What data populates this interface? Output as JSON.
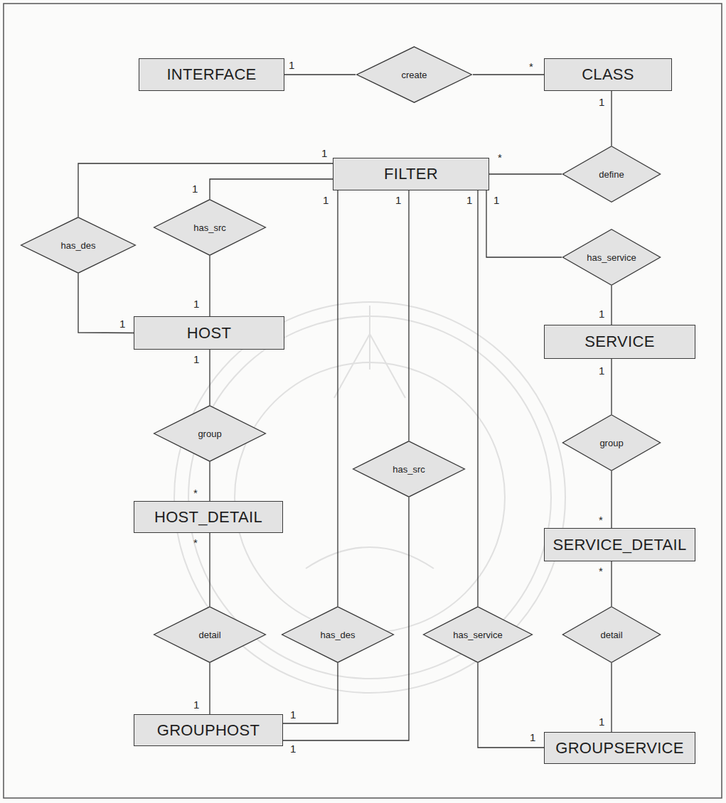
{
  "diagram": {
    "nodes": [
      {
        "text": [
          "INTERFACE"
        ]
      },
      {
        "text": [
          "create"
        ]
      },
      {
        "text": [
          "CLASS"
        ]
      },
      {
        "text": [
          "FILTER"
        ]
      },
      {
        "text": [
          "define"
        ]
      },
      {
        "text": [
          "has_des"
        ]
      },
      {
        "text": [
          "has_src"
        ]
      },
      {
        "text": [
          "has_service"
        ]
      },
      {
        "text": [
          "HOST"
        ]
      },
      {
        "text": [
          "SERVICE"
        ]
      },
      {
        "text": [
          "group"
        ]
      },
      {
        "text": [
          "group"
        ]
      },
      {
        "text": [
          "has_src"
        ]
      },
      {
        "text": [
          "HOST_DETAIL"
        ]
      },
      {
        "text": [
          "SERVICE_DETAIL"
        ]
      },
      {
        "text": [
          "detail"
        ]
      },
      {
        "text": [
          "has_des"
        ]
      },
      {
        "text": [
          "has_service"
        ]
      },
      {
        "text": [
          "detail"
        ]
      },
      {
        "text": [
          "GROUPHOST"
        ]
      },
      {
        "text": [
          "GROUPSERVICE"
        ]
      }
    ],
    "edges": [
      {
        "from": 0,
        "to": 1,
        "arrow": "none"
      },
      {
        "from": 1,
        "to": 2,
        "arrow": "none"
      },
      {
        "from": 2,
        "to": 4,
        "arrow": "none"
      },
      {
        "from": 4,
        "to": 3,
        "arrow": "none"
      },
      {
        "from": 3,
        "to": 5,
        "arrow": "none"
      },
      {
        "from": 5,
        "to": 8,
        "arrow": "none"
      },
      {
        "from": 3,
        "to": 6,
        "arrow": "none"
      },
      {
        "from": 6,
        "to": 8,
        "arrow": "none"
      },
      {
        "from": 3,
        "to": 7,
        "arrow": "none"
      },
      {
        "from": 7,
        "to": 9,
        "arrow": "none"
      },
      {
        "from": 8,
        "to": 10,
        "arrow": "none"
      },
      {
        "from": 10,
        "to": 13,
        "arrow": "none"
      },
      {
        "from": 9,
        "to": 11,
        "arrow": "none"
      },
      {
        "from": 11,
        "to": 14,
        "arrow": "none"
      },
      {
        "from": 3,
        "to": 12,
        "arrow": "none"
      },
      {
        "from": 12,
        "to": 19,
        "arrow": "none"
      },
      {
        "from": 13,
        "to": 15,
        "arrow": "none"
      },
      {
        "from": 15,
        "to": 19,
        "arrow": "none"
      },
      {
        "from": 3,
        "to": 16,
        "arrow": "none"
      },
      {
        "from": 16,
        "to": 19,
        "arrow": "none"
      },
      {
        "from": 3,
        "to": 17,
        "arrow": "none"
      },
      {
        "from": 17,
        "to": 20,
        "arrow": "none"
      },
      {
        "from": 14,
        "to": 18,
        "arrow": "none"
      },
      {
        "from": 18,
        "to": 20,
        "arrow": "none"
      }
    ],
    "labels": [
      "1",
      "*",
      "1",
      "1",
      "*",
      "1",
      "1",
      "1",
      "1",
      "1",
      "1",
      "1",
      "1",
      "1",
      "1",
      "*",
      "*",
      "*",
      "*",
      "1",
      "1",
      "1",
      "1",
      "1"
    ]
  }
}
